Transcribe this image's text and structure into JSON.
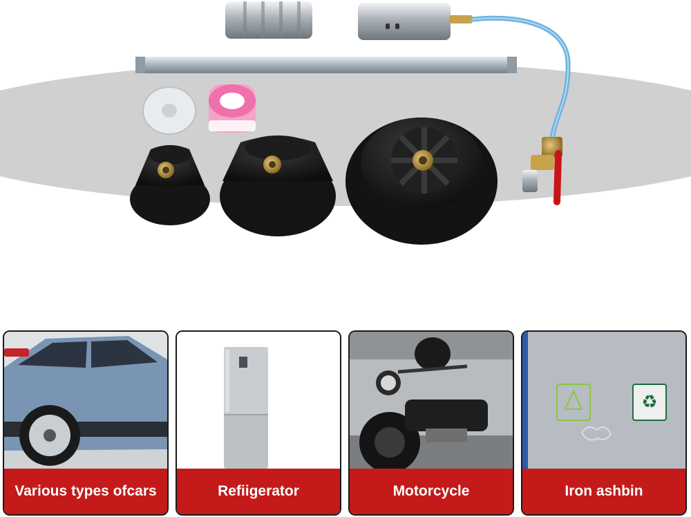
{
  "usage_cards": [
    {
      "label": "Various types ofcars",
      "icon": "car-icon"
    },
    {
      "label": "Refiigerator",
      "icon": "refrigerator-icon"
    },
    {
      "label": "Motorcycle",
      "icon": "motorcycle-icon"
    },
    {
      "label": "Iron ashbin",
      "icon": "ashbin-icon"
    }
  ],
  "colors": {
    "label_bg": "#c41a1a",
    "label_text": "#ffffff",
    "band": "#d0d0d0",
    "hose": "#6fb3e0"
  }
}
